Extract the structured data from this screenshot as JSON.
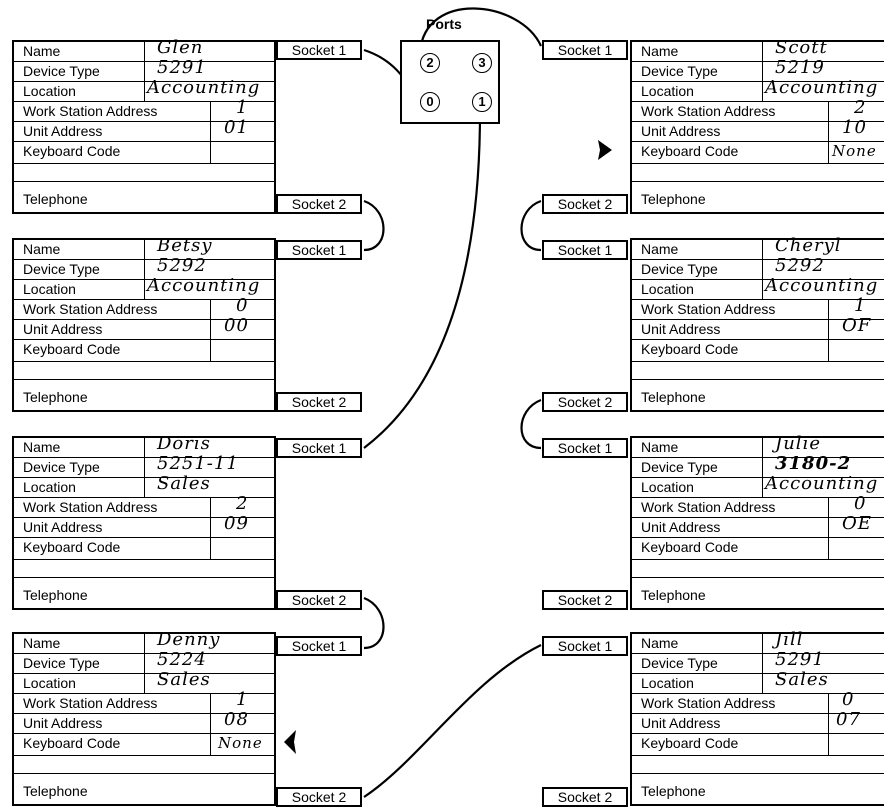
{
  "ports": {
    "title": "Ports",
    "labels": [
      "2",
      "3",
      "0",
      "1"
    ]
  },
  "field_labels": {
    "name": "Name",
    "device_type": "Device Type",
    "location": "Location",
    "wsa": "Work Station Address",
    "unit": "Unit Address",
    "kbd": "Keyboard Code",
    "tel": "Telephone"
  },
  "socket_labels": {
    "s1": "Socket 1",
    "s2": "Socket 2"
  },
  "stations": {
    "glen": {
      "name": "Glen",
      "device_type": "5291",
      "location": "Accounting",
      "wsa": "1",
      "unit": "01",
      "kbd": ""
    },
    "betsy": {
      "name": "Betsy",
      "device_type": "5292",
      "location": "Accounting",
      "wsa": "0",
      "unit": "00",
      "kbd": ""
    },
    "doris": {
      "name": "Doris",
      "device_type": "5251-11",
      "location": "Sales",
      "wsa": "2",
      "unit": "09",
      "kbd": ""
    },
    "denny": {
      "name": "Denny",
      "device_type": "5224",
      "location": "Sales",
      "wsa": "1",
      "unit": "08",
      "kbd": "None"
    },
    "scott": {
      "name": "Scott",
      "device_type": "5219",
      "location": "Accounting",
      "wsa": "2",
      "unit": "10",
      "kbd": "None"
    },
    "cheryl": {
      "name": "Cheryl",
      "device_type": "5292",
      "location": "Accounting",
      "wsa": "1",
      "unit": "OF",
      "kbd": ""
    },
    "julie": {
      "name": "Julie",
      "device_type": "3180-2",
      "location": "Accounting",
      "wsa": "0",
      "unit": "OE",
      "kbd": ""
    },
    "jill": {
      "name": "Jill",
      "device_type": "5291",
      "location": "Sales",
      "wsa": "0",
      "unit": "07",
      "kbd": ""
    }
  }
}
